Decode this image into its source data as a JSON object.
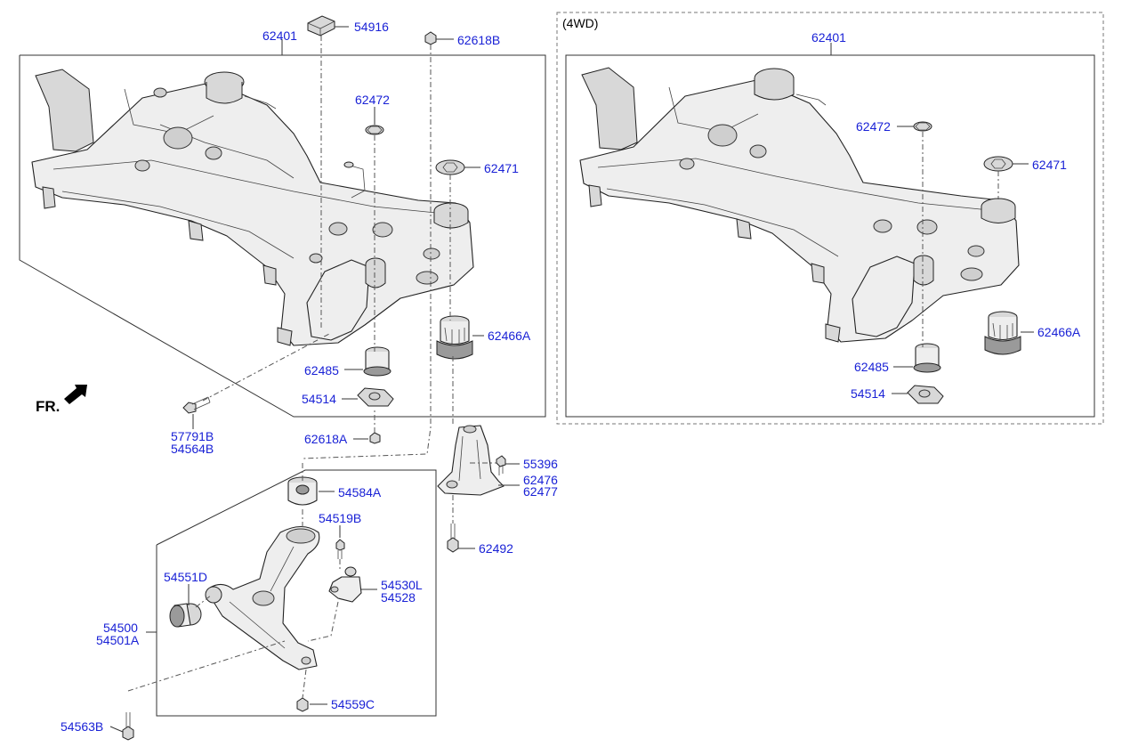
{
  "variant_label": "(4WD)",
  "direction_label": "FR.",
  "left_labels": {
    "p54916": "54916",
    "p62401": "62401",
    "p62618B": "62618B",
    "p62472": "62472",
    "p62471": "62471",
    "p62466A": "62466A",
    "p62485": "62485",
    "p54514": "54514",
    "p57791B": "57791B",
    "p54564B": "54564B",
    "p62618A": "62618A",
    "p55396": "55396",
    "p62476": "62476",
    "p62477": "62477",
    "p54584A": "54584A",
    "p54519B": "54519B",
    "p54551D": "54551D",
    "p54530L": "54530L",
    "p54528": "54528",
    "p54500": "54500",
    "p54501A": "54501A",
    "p62492": "62492",
    "p54559C": "54559C",
    "p54563B": "54563B"
  },
  "right_labels": {
    "p62401": "62401",
    "p62472": "62472",
    "p62471": "62471",
    "p62466A": "62466A",
    "p62485": "62485",
    "p54514": "54514"
  }
}
